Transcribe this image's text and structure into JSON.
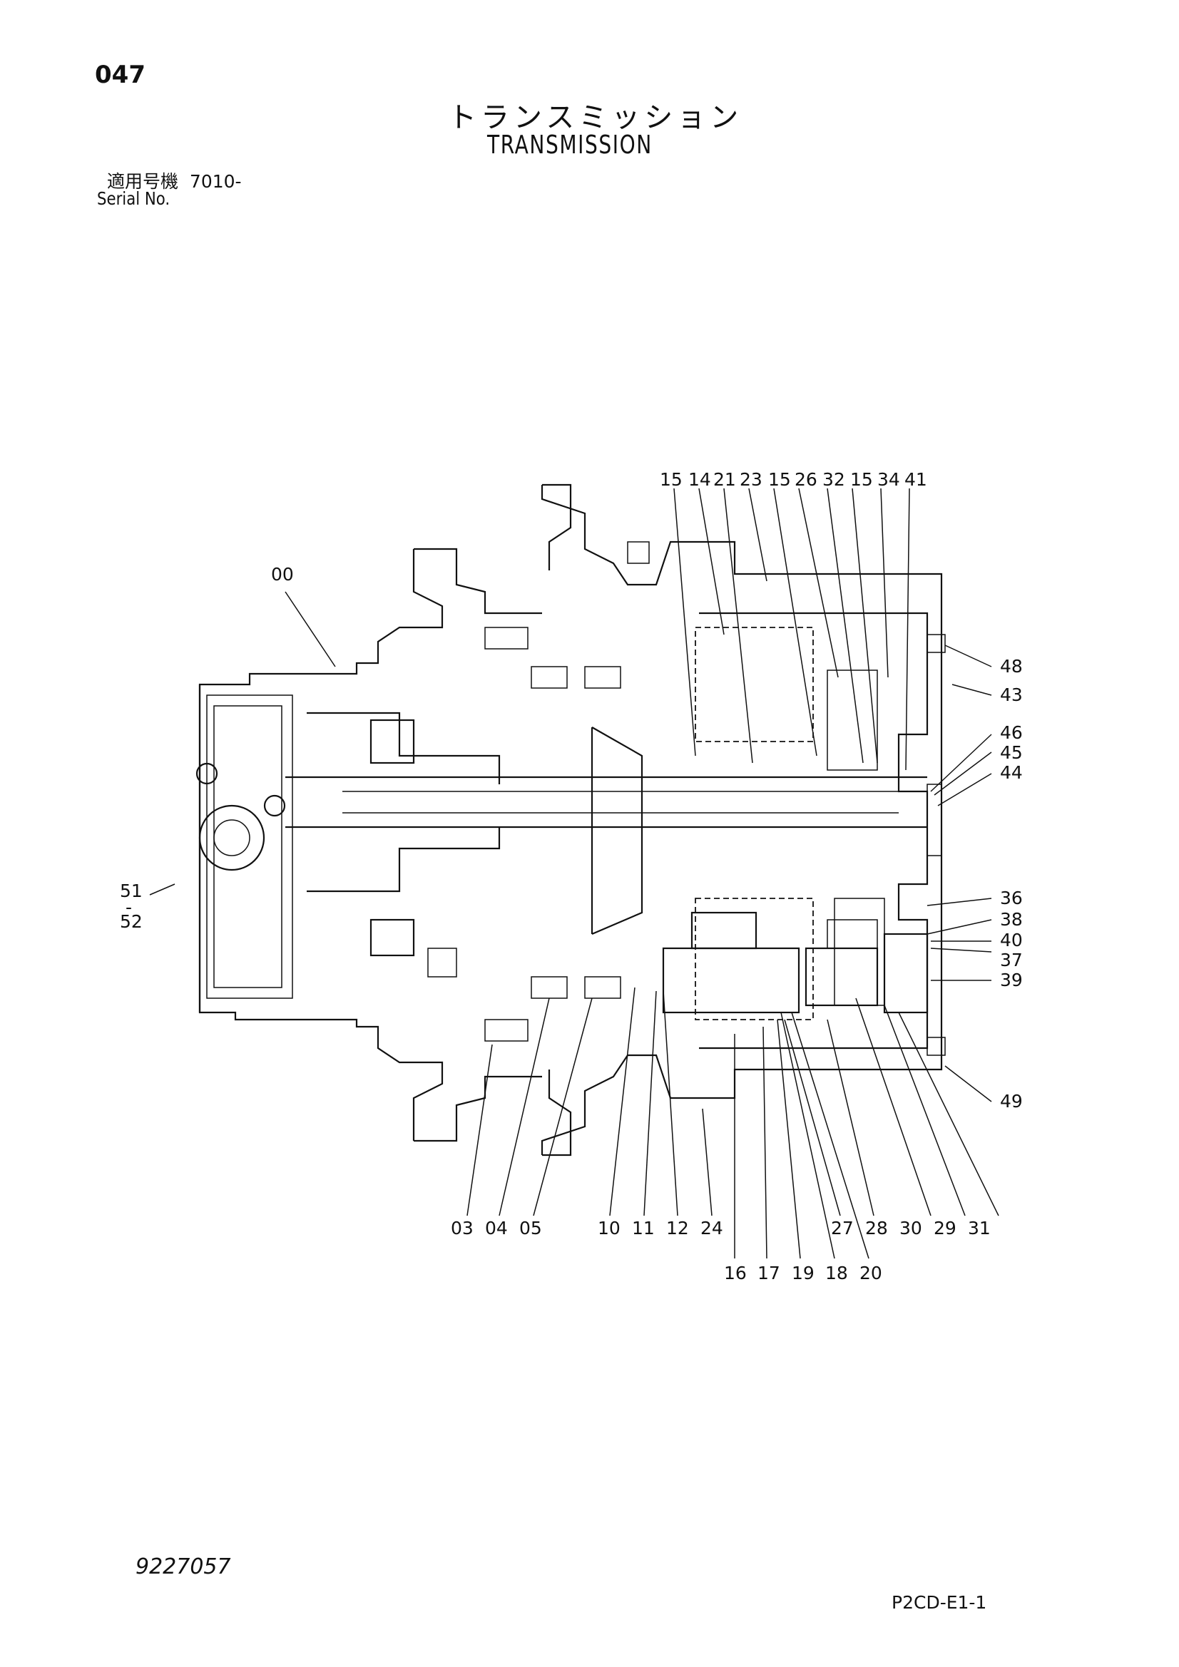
{
  "header": {
    "page_number": "047",
    "title_jp": "トランスミッション",
    "title_en": "TRANSMISSION",
    "serial_label_jp": "適用号機",
    "serial_value": "7010-",
    "serial_label_en": "Serial No."
  },
  "callouts": {
    "top": [
      "15",
      "14",
      "21",
      "23",
      "15",
      "26",
      "32",
      "15",
      "34",
      "41"
    ],
    "left_00": "00",
    "left_51": "51",
    "left_dash": "-",
    "left_52": "52",
    "right": [
      "48",
      "43",
      "46",
      "45",
      "44",
      "36",
      "38",
      "40",
      "37",
      "39",
      "49"
    ],
    "bottom_row1": [
      "03",
      "04",
      "05",
      "10",
      "11",
      "12",
      "24",
      "27",
      "28",
      "30",
      "29",
      "31"
    ],
    "bottom_row2": [
      "16",
      "17",
      "19",
      "18",
      "20"
    ]
  },
  "footer": {
    "doc_code": "9227057",
    "page_code": "P2CD-E1-1"
  }
}
